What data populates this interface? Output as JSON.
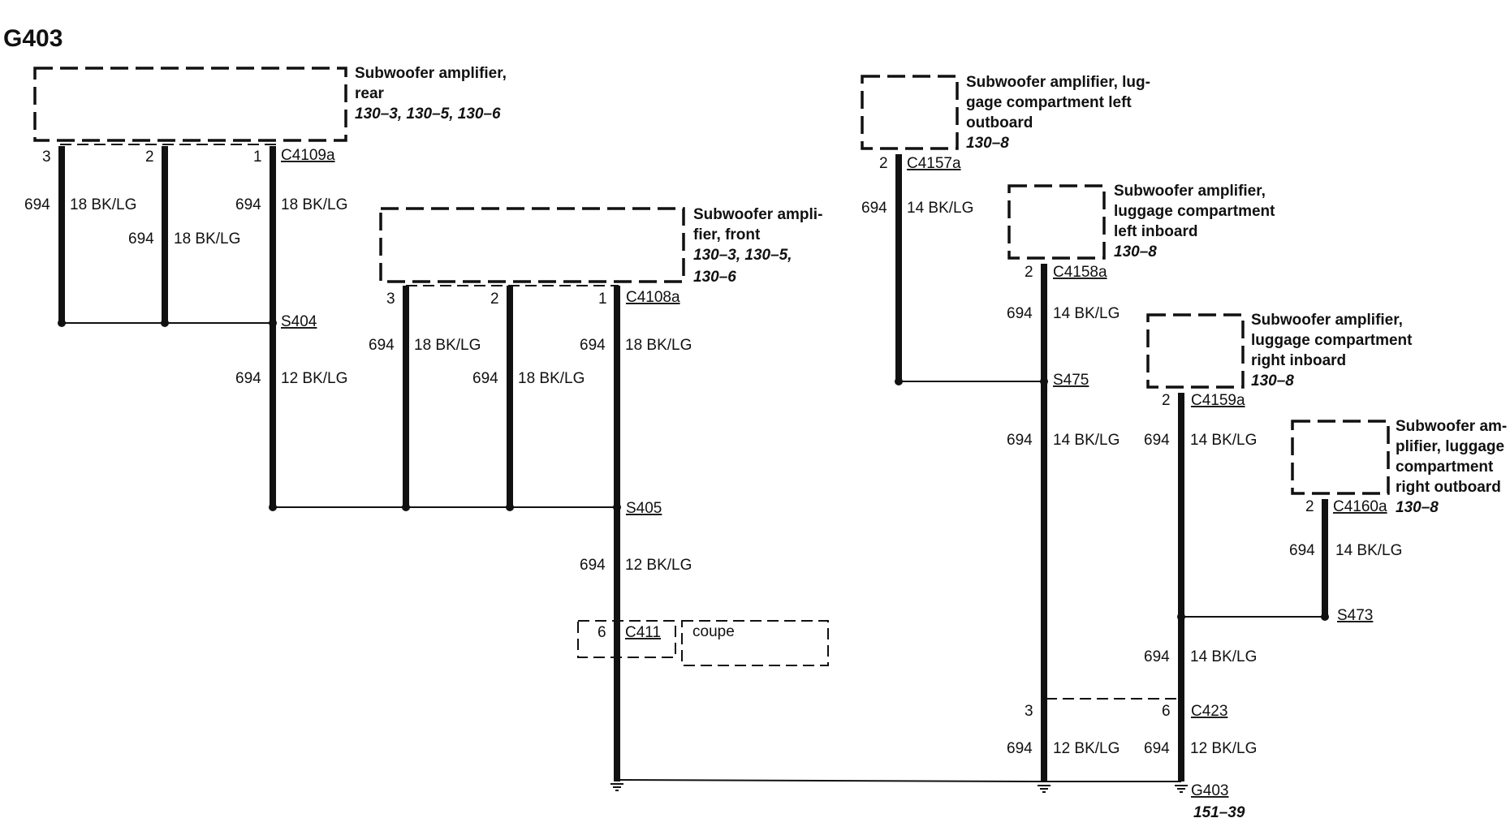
{
  "page_title": "G403",
  "components": {
    "amp_rear": {
      "name_l1": "Subwoofer amplifier,",
      "name_l2": "rear",
      "ref": "130–3, 130–5, 130–6"
    },
    "amp_front": {
      "name_l1": "Subwoofer ampli-",
      "name_l2": "fier, front",
      "ref_l1": "130–3, 130–5,",
      "ref_l2": "130–6"
    },
    "amp_lo": {
      "name_l1": "Subwoofer amplifier, lug-",
      "name_l2": "gage compartment left",
      "name_l3": "outboard",
      "ref": "130–8"
    },
    "amp_li": {
      "name_l1": "Subwoofer amplifier,",
      "name_l2": "luggage compartment",
      "name_l3": "left inboard",
      "ref": "130–8"
    },
    "amp_ri": {
      "name_l1": "Subwoofer amplifier,",
      "name_l2": "luggage compartment",
      "name_l3": "right inboard",
      "ref": "130–8"
    },
    "amp_ro": {
      "name_l1": "Subwoofer am-",
      "name_l2": "plifier, luggage",
      "name_l3": "compartment",
      "name_l4": "right outboard",
      "ref": "130–8"
    }
  },
  "connectors": {
    "c4109a": {
      "label": "C4109a",
      "pins": [
        "3",
        "2",
        "1"
      ]
    },
    "c4108a": {
      "label": "C4108a",
      "pins": [
        "3",
        "2",
        "1"
      ]
    },
    "c4157a": {
      "label": "C4157a",
      "pin": "2"
    },
    "c4158a": {
      "label": "C4158a",
      "pin": "2"
    },
    "c4159a": {
      "label": "C4159a",
      "pin": "2"
    },
    "c4160a": {
      "label": "C4160a",
      "pin": "2"
    },
    "c411": {
      "label": "C411",
      "pin": "6",
      "note": "coupe"
    },
    "c423": {
      "label": "C423",
      "pin_left": "3",
      "pin_right": "6"
    }
  },
  "splices": {
    "s404": "S404",
    "s405": "S405",
    "s475": "S475",
    "s473": "S473"
  },
  "ground": {
    "label": "G403",
    "ref": "151–39"
  },
  "wires": {
    "circuit": "694",
    "gauge_18": "18 BK/LG",
    "gauge_14": "14 BK/LG",
    "gauge_12": "12 BK/LG"
  }
}
